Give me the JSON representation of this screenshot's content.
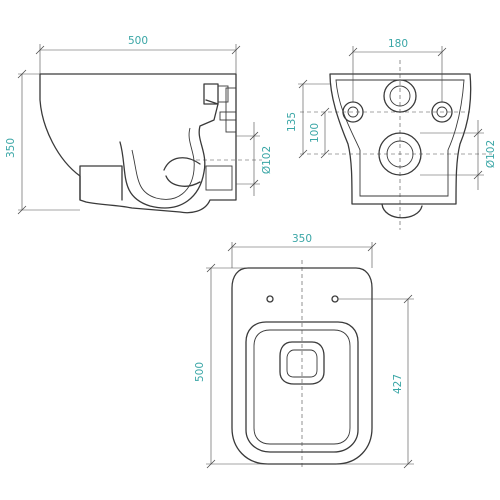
{
  "dimensions": {
    "side_view": {
      "width": "500",
      "height": "350",
      "outlet_diameter": "Ø102"
    },
    "rear_view": {
      "bolt_spacing": "180",
      "upper_height": "135",
      "inlet_height": "100",
      "outlet_diameter": "Ø102"
    },
    "top_view": {
      "width": "350",
      "length": "500",
      "bowl_length": "427"
    }
  },
  "colors": {
    "dimension_text": "#3aa6a6",
    "line": "#3a3a3a"
  }
}
